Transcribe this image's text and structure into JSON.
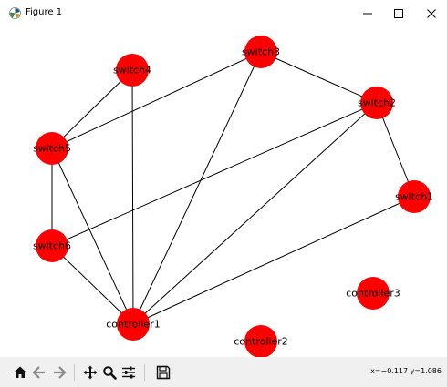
{
  "window": {
    "title": "Figure 1",
    "minimize_label": "–",
    "maximize_label": "□",
    "close_label": "✕"
  },
  "graph": {
    "node_color": "#ff0000",
    "edge_color": "#000000",
    "nodes": [
      {
        "id": "switch1",
        "label": "switch1"
      },
      {
        "id": "switch2",
        "label": "switch2"
      },
      {
        "id": "switch3",
        "label": "switch3"
      },
      {
        "id": "switch4",
        "label": "switch4"
      },
      {
        "id": "switch5",
        "label": "switch5"
      },
      {
        "id": "switch6",
        "label": "switch6"
      },
      {
        "id": "controller1",
        "label": "controller1"
      },
      {
        "id": "controller2",
        "label": "controller2"
      },
      {
        "id": "controller3",
        "label": "controller3"
      }
    ],
    "edges": [
      [
        "switch3",
        "switch2"
      ],
      [
        "switch2",
        "switch1"
      ],
      [
        "switch3",
        "switch5"
      ],
      [
        "switch4",
        "switch5"
      ],
      [
        "switch4",
        "controller1"
      ],
      [
        "switch5",
        "switch6"
      ],
      [
        "switch5",
        "controller1"
      ],
      [
        "switch6",
        "controller1"
      ],
      [
        "switch2",
        "switch6"
      ],
      [
        "switch3",
        "controller1"
      ],
      [
        "switch2",
        "controller1"
      ],
      [
        "switch1",
        "controller1"
      ]
    ]
  },
  "toolbar": {
    "items": [
      {
        "name": "home-icon"
      },
      {
        "name": "back-icon"
      },
      {
        "name": "forward-icon"
      },
      {
        "name": "pan-icon"
      },
      {
        "name": "zoom-icon"
      },
      {
        "name": "subplots-icon"
      },
      {
        "name": "save-icon"
      }
    ],
    "coords_text": "x=−0.117 y=1.086"
  }
}
